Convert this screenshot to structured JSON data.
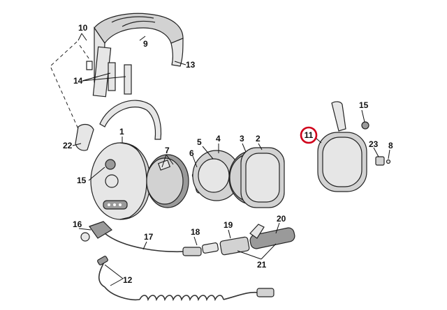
{
  "diagram": {
    "callouts": [
      {
        "id": "c10",
        "label": "10",
        "highlighted": false
      },
      {
        "id": "c9",
        "label": "9",
        "highlighted": false
      },
      {
        "id": "c13",
        "label": "13",
        "highlighted": false
      },
      {
        "id": "c14",
        "label": "14",
        "highlighted": false
      },
      {
        "id": "c22",
        "label": "22",
        "highlighted": false
      },
      {
        "id": "c1",
        "label": "1",
        "highlighted": false
      },
      {
        "id": "c7",
        "label": "7",
        "highlighted": false
      },
      {
        "id": "c6",
        "label": "6",
        "highlighted": false
      },
      {
        "id": "c5",
        "label": "5",
        "highlighted": false
      },
      {
        "id": "c4",
        "label": "4",
        "highlighted": false
      },
      {
        "id": "c3",
        "label": "3",
        "highlighted": false
      },
      {
        "id": "c2",
        "label": "2",
        "highlighted": false
      },
      {
        "id": "c15a",
        "label": "15",
        "highlighted": false
      },
      {
        "id": "c16",
        "label": "16",
        "highlighted": false
      },
      {
        "id": "c17",
        "label": "17",
        "highlighted": false
      },
      {
        "id": "c18",
        "label": "18",
        "highlighted": false
      },
      {
        "id": "c19",
        "label": "19",
        "highlighted": false
      },
      {
        "id": "c20",
        "label": "20",
        "highlighted": false
      },
      {
        "id": "c21",
        "label": "21",
        "highlighted": false
      },
      {
        "id": "c12",
        "label": "12",
        "highlighted": false
      },
      {
        "id": "c11",
        "label": "11",
        "highlighted": true
      },
      {
        "id": "c15b",
        "label": "15",
        "highlighted": false
      },
      {
        "id": "c23",
        "label": "23",
        "highlighted": false
      },
      {
        "id": "c8",
        "label": "8",
        "highlighted": false
      }
    ],
    "colors": {
      "highlight": "#d0001a",
      "part_fill": "#d2d2d2",
      "ink": "#222222"
    }
  }
}
